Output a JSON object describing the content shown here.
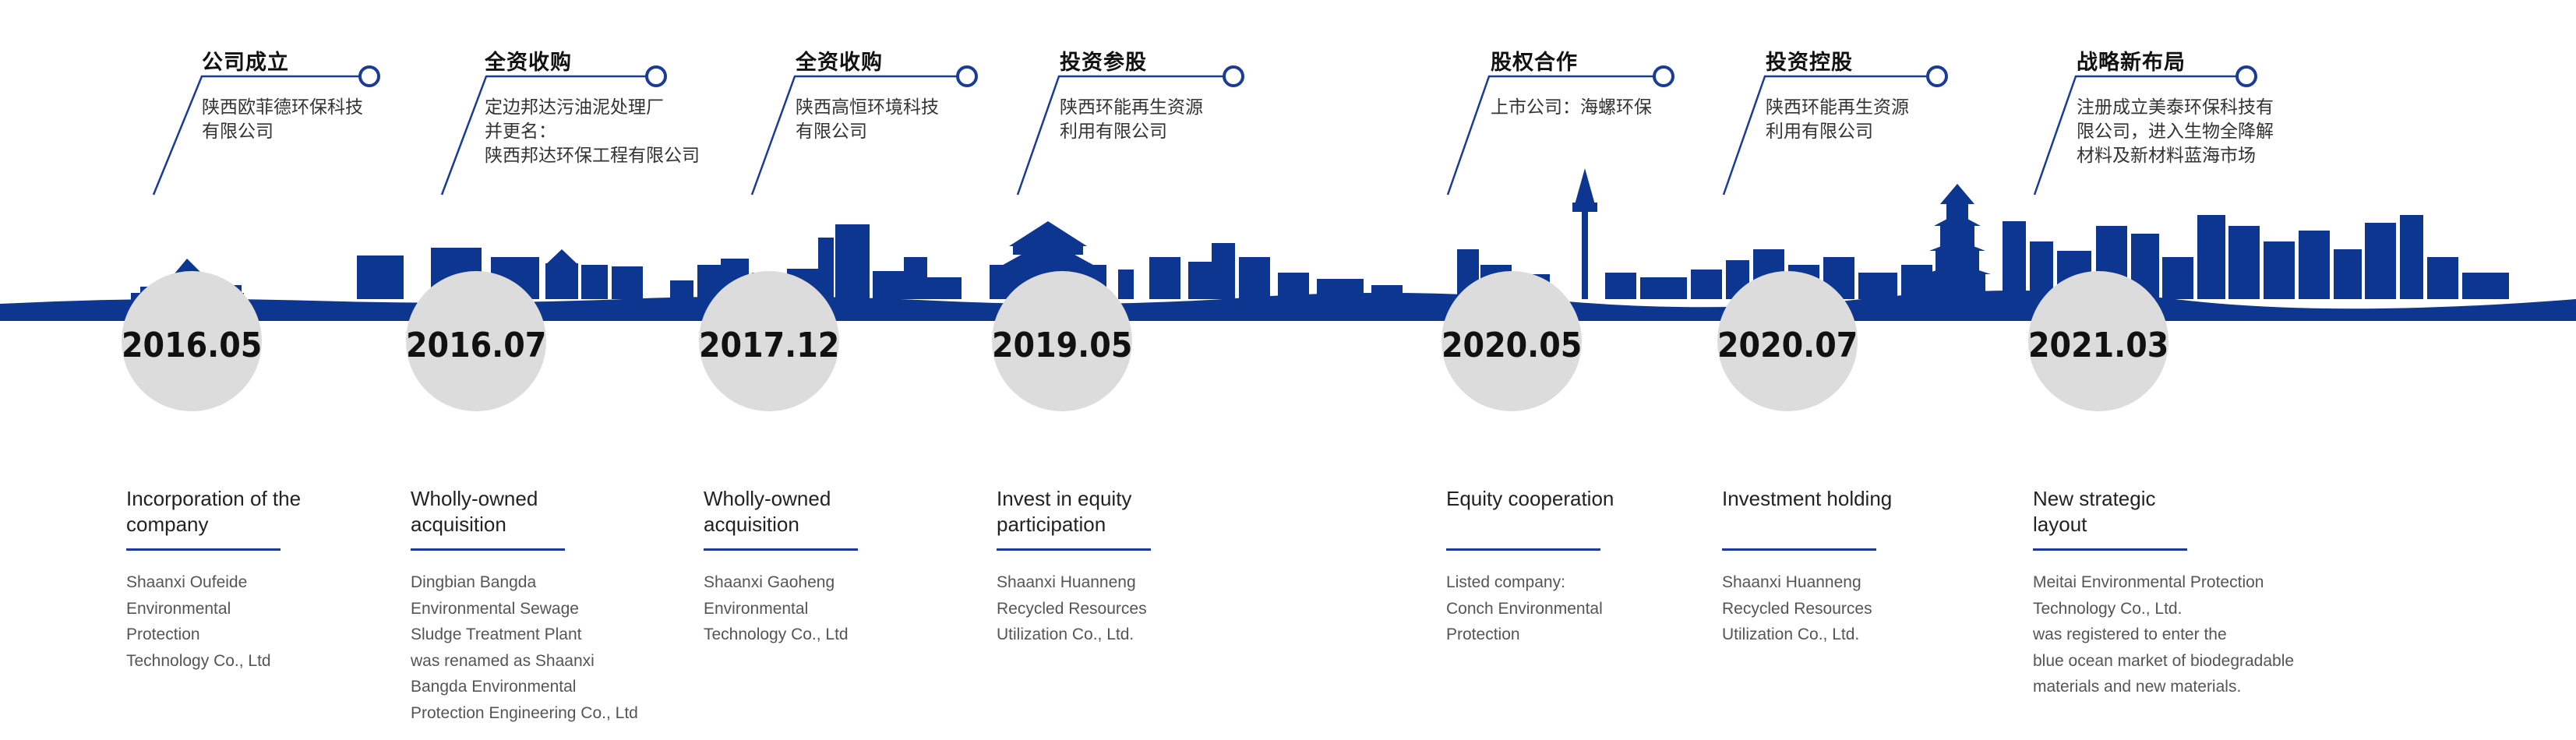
{
  "colors": {
    "accent": "#1a3b96",
    "circle": "#dcdcdc",
    "skyline": "#0d3690"
  },
  "milestones": [
    {
      "year": "2016.05",
      "cn_title": "公司成立",
      "cn_desc": "陕西欧菲德环保科技\n有限公司",
      "en_title": "Incorporation of the\ncompany",
      "en_desc": "Shaanxi Oufeide\nEnvironmental\nProtection\nTechnology Co., Ltd"
    },
    {
      "year": "2016.07",
      "cn_title": "全资收购",
      "cn_desc": "定边邦达污油泥处理厂\n并更名：\n陕西邦达环保工程有限公司",
      "en_title": "Wholly-owned\nacquisition",
      "en_desc": "Dingbian Bangda\nEnvironmental Sewage\nSludge Treatment Plant\nwas renamed as Shaanxi\nBangda Environmental\nProtection Engineering Co., Ltd"
    },
    {
      "year": "2017.12",
      "cn_title": "全资收购",
      "cn_desc": "陕西高恒环境科技\n有限公司",
      "en_title": "Wholly-owned\nacquisition",
      "en_desc": "Shaanxi Gaoheng\nEnvironmental\nTechnology Co., Ltd"
    },
    {
      "year": "2019.05",
      "cn_title": "投资参股",
      "cn_desc": "陕西环能再生资源\n利用有限公司",
      "en_title": "Invest in equity\nparticipation",
      "en_desc": "Shaanxi Huanneng\nRecycled Resources\nUtilization Co., Ltd."
    },
    {
      "year": "2020.05",
      "cn_title": "股权合作",
      "cn_desc": "上市公司：海螺环保",
      "en_title": "Equity cooperation",
      "en_desc": "Listed company:\nConch Environmental\nProtection"
    },
    {
      "year": "2020.07",
      "cn_title": "投资控股",
      "cn_desc": "陕西环能再生资源\n利用有限公司",
      "en_title": "Investment holding",
      "en_desc": "Shaanxi Huanneng\nRecycled Resources\nUtilization Co., Ltd."
    },
    {
      "year": "2021.03",
      "cn_title": "战略新布局",
      "cn_desc": "注册成立美泰环保科技有\n限公司，进入生物全降解\n材料及新材料蓝海市场",
      "en_title": "New strategic\nlayout",
      "en_desc": "Meitai Environmental Protection\nTechnology Co., Ltd.\nwas registered to enter the\nblue ocean market of biodegradable\nmaterials and new materials."
    }
  ]
}
